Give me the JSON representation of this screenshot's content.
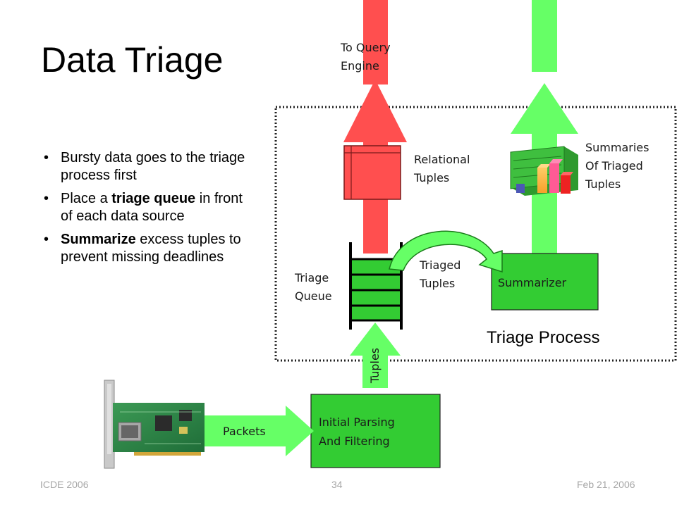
{
  "slide": {
    "title": "Data Triage",
    "bullets": [
      {
        "parts": [
          {
            "text": "Bursty data goes to the triage process first",
            "bold": false
          }
        ]
      },
      {
        "parts": [
          {
            "text": "Place a ",
            "bold": false
          },
          {
            "text": "triage queue",
            "bold": true
          },
          {
            "text": " in front of each data source",
            "bold": false
          }
        ]
      },
      {
        "parts": [
          {
            "text": "Summarize",
            "bold": true
          },
          {
            "text": " excess tuples to prevent missing deadlines",
            "bold": false
          }
        ]
      }
    ]
  },
  "diagram": {
    "to_query_engine": [
      "To Query",
      "Engine"
    ],
    "relational_tuples": [
      "Relational",
      "Tuples"
    ],
    "summaries": [
      "Summaries",
      "Of Triaged",
      "Tuples"
    ],
    "triaged_tuples": [
      "Triaged",
      "Tuples"
    ],
    "triage_queue": [
      "Triage",
      "Queue"
    ],
    "summarizer": "Summarizer",
    "triage_process": "Triage Process",
    "tuples": "Tuples",
    "packets": "Packets",
    "initial_parsing": [
      "Initial Parsing",
      "And Filtering"
    ]
  },
  "footer": {
    "left": "ICDE 2006",
    "center": "34",
    "right": "Feb 21, 2006"
  },
  "colors": {
    "red_arrow": "#ff4f4f",
    "light_green_arrow": "#66ff66",
    "box_green": "#33cc33",
    "footer_text": "#a6a6a6"
  },
  "icons": {
    "network_card": "network-card-image",
    "summary_chart": "3d-bar-chart-icon",
    "relational_table": "table-icon"
  }
}
